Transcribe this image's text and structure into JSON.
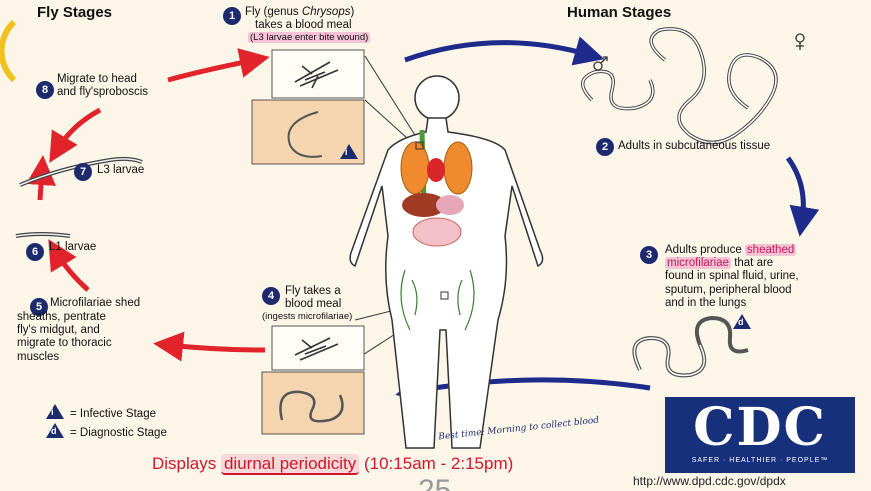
{
  "headings": {
    "fly": "Fly Stages",
    "human": "Human Stages"
  },
  "stages": [
    {
      "num": "1",
      "title_pre": "Fly (genus ",
      "title_em": "Chrysops",
      "title_post": ")",
      "line2": "takes a blood meal",
      "note": "(L3 larvae enter bite wound)"
    },
    {
      "num": "2",
      "text": "Adults in subcutaneous tissue"
    },
    {
      "num": "3",
      "pre": "Adults produce ",
      "highlight1": "sheathed",
      "highlight2": "microfilariae",
      "post1": " that are",
      "line3": "found in spinal fluid, urine,",
      "line4": "sputum, peripheral blood",
      "line5": "and in the lungs"
    },
    {
      "num": "4",
      "line1": "Fly takes a",
      "line2": "blood meal",
      "note": "(ingests microfilariae)"
    },
    {
      "num": "5",
      "line1": "Microfilariae shed",
      "line2": "sheaths, pentrate",
      "line3": "fly's midgut, and",
      "line4": "migrate to thoracic",
      "line5": "muscles"
    },
    {
      "num": "6",
      "text": "L1 larvae"
    },
    {
      "num": "7",
      "text": "L3 larvae"
    },
    {
      "num": "8",
      "line1": "Migrate to head",
      "line2": "and fly'sproboscis"
    }
  ],
  "legend": {
    "infective_symbol": "i",
    "infective": "= Infective Stage",
    "diagnostic_symbol": "d",
    "diagnostic": "= Diagnostic Stage"
  },
  "caption": {
    "pre": "Displays ",
    "highlight": "diurnal periodicity",
    "post": " (10:15am - 2:15pm)"
  },
  "handwritten_note": "Best time: Morning to collect blood",
  "page_number": "25",
  "cdc": {
    "logo": "CDC",
    "tagline": "SAFER · HEALTHIER · PEOPLE™"
  },
  "url": "http://www.dpd.cdc.gov/dpdx",
  "colors": {
    "fly_arrows": "#e1242b",
    "human_arrows": "#1e2a8c",
    "badge": "#1e2a6e",
    "highlight": "#f5c3d5",
    "cdc_blue": "#17307b"
  }
}
